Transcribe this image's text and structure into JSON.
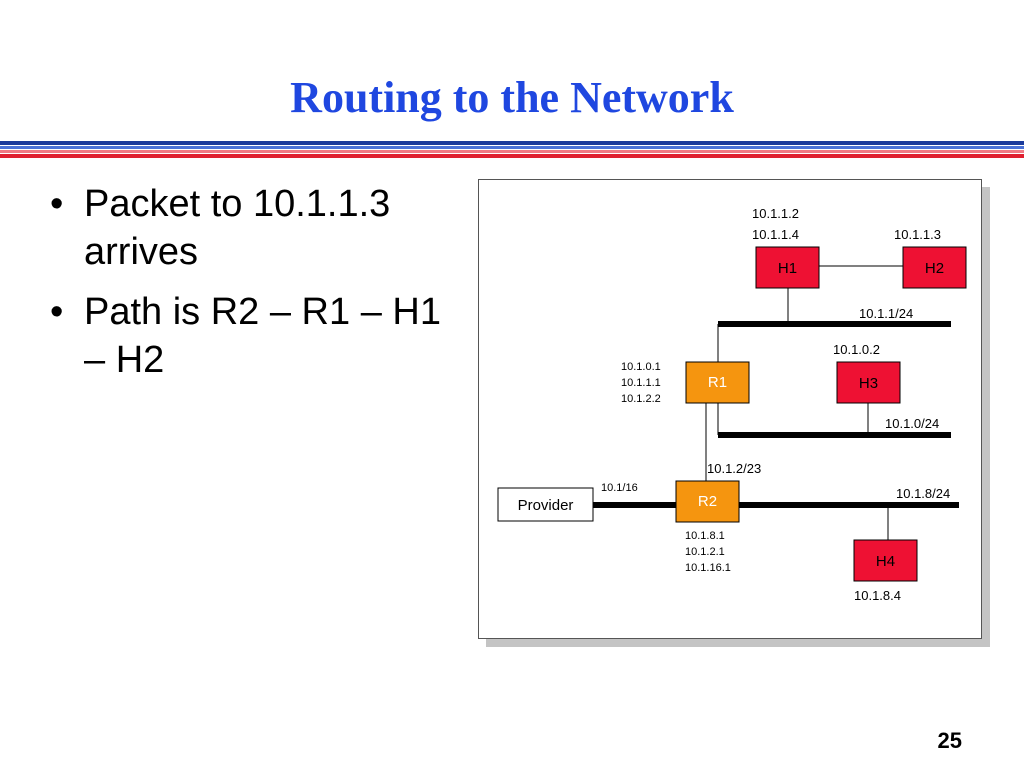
{
  "slide": {
    "title": "Routing to the Network",
    "bullets": [
      "Packet to 10.1.1.3 arrives",
      "Path is R2 – R1 – H1 – H2"
    ],
    "page_number": "25",
    "colors": {
      "title": "#1f47e0",
      "rule_blue": "#1a3a9c",
      "rule_red": "#e02030",
      "host_fill": "#ee1133",
      "router_fill": "#f5950f"
    }
  },
  "diagram": {
    "nodes": {
      "h1": "H1",
      "h2": "H2",
      "h3": "H3",
      "h4": "H4",
      "r1": "R1",
      "r2": "R2",
      "provider": "Provider"
    },
    "addresses": {
      "h1": [
        "10.1.1.2",
        "10.1.1.4"
      ],
      "h2": "10.1.1.3",
      "h3": "10.1.0.2",
      "h4": "10.1.8.4",
      "r1": [
        "10.1.0.1",
        "10.1.1.1",
        "10.1.2.2"
      ],
      "r2": [
        "10.1.8.1",
        "10.1.2.1",
        "10.1.16.1"
      ]
    },
    "networks": {
      "net_1_1": "10.1.1/24",
      "net_1_0": "10.1.0/24",
      "net_1_2": "10.1.2/23",
      "net_1_8": "10.1.8/24",
      "net_provider": "10.1/16"
    }
  }
}
